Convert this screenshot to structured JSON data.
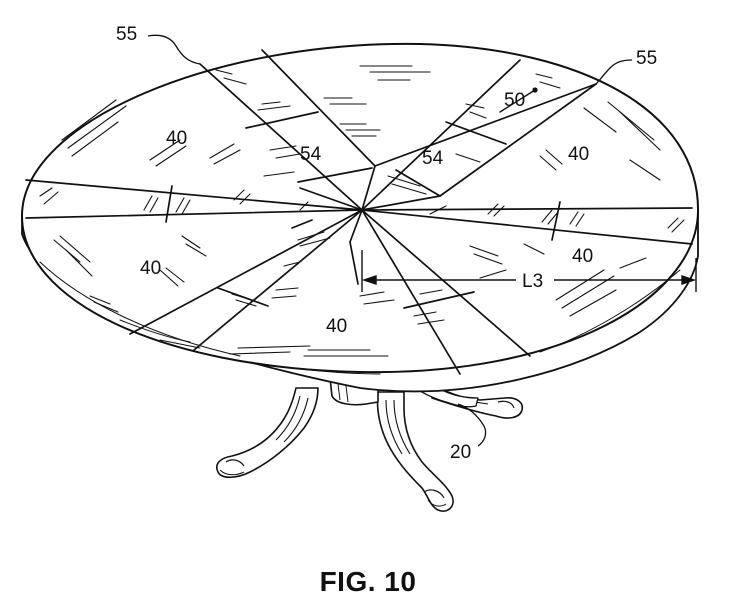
{
  "figure": {
    "caption": "FIG. 10",
    "reference_labels": {
      "top_leaf_callout_left": "55",
      "top_leaf_callout_right": "55",
      "hinge_pin": "50",
      "panel_upper_left": "40",
      "panel_upper_right": "40",
      "panel_left": "40",
      "panel_right": "40",
      "panel_front": "40",
      "leaf_left": "54",
      "leaf_right": "54",
      "dimension": "L3",
      "pedestal_base": "20"
    },
    "line_color": "#111111",
    "background_color": "#ffffff"
  }
}
